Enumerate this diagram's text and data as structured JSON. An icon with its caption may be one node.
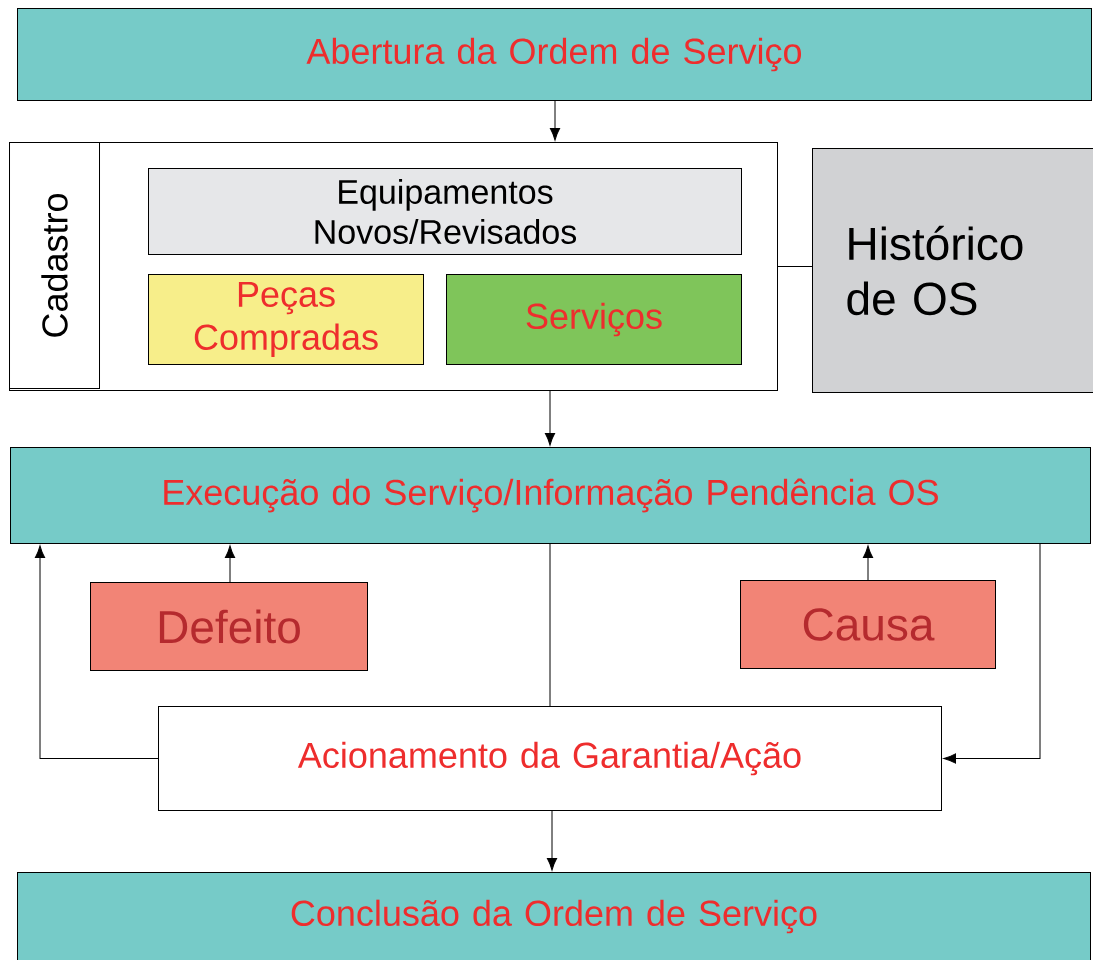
{
  "diagram": {
    "nodes": [
      {
        "text": [
          "Abertura da Ordem de Serviço"
        ]
      },
      {
        "text": [],
        "shape": "box"
      },
      {
        "text": [
          "Cadastro"
        ],
        "in": 1
      },
      {
        "text": [
          "Equipamentos Novos/Revisados"
        ],
        "in": 1
      },
      {
        "text": [
          "Peças Compradas"
        ],
        "in": 1
      },
      {
        "text": [
          "Serviços"
        ],
        "in": 1
      },
      {
        "text": [
          "Histórico de OS"
        ]
      },
      {
        "text": [
          "Execução do Serviço/Informação Pendência OS"
        ]
      },
      {
        "text": [
          "Defeito"
        ]
      },
      {
        "text": [
          "Causa"
        ]
      },
      {
        "text": [
          "Acionamento da Garantia/Ação"
        ]
      },
      {
        "text": [
          "Conclusão da Ordem de Serviço"
        ]
      }
    ],
    "edges": [
      {
        "from": 0,
        "to": 1,
        "arrow": "to"
      },
      {
        "from": 1,
        "to": 6,
        "arrow": "none"
      },
      {
        "from": 1,
        "to": 7,
        "arrow": "to"
      },
      {
        "from": 8,
        "to": 7,
        "arrow": "to"
      },
      {
        "from": 9,
        "to": 7,
        "arrow": "to"
      },
      {
        "from": 10,
        "to": 7,
        "arrow": "none"
      },
      {
        "from": 10,
        "to": 7,
        "arrow": "to"
      },
      {
        "from": 7,
        "to": 10,
        "arrow": "to"
      },
      {
        "from": 10,
        "to": 11,
        "arrow": "to"
      }
    ]
  }
}
